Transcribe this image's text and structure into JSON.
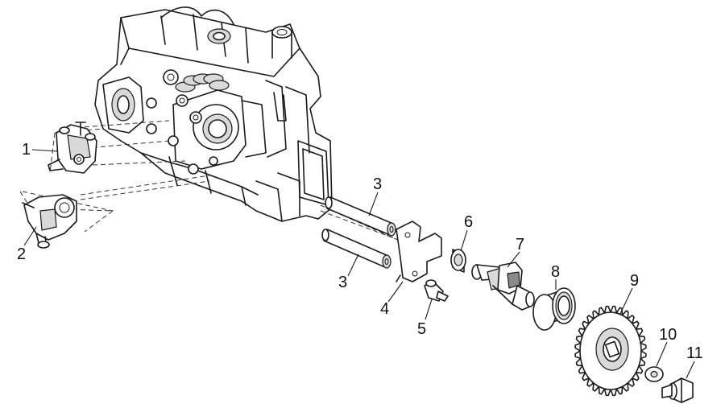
{
  "callouts": [
    {
      "id": "1",
      "label": "1"
    },
    {
      "id": "2",
      "label": "2"
    },
    {
      "id": "3a",
      "label": "3"
    },
    {
      "id": "3b",
      "label": "3"
    },
    {
      "id": "4",
      "label": "4"
    },
    {
      "id": "5",
      "label": "5"
    },
    {
      "id": "6",
      "label": "6"
    },
    {
      "id": "7",
      "label": "7"
    },
    {
      "id": "8",
      "label": "8"
    },
    {
      "id": "9",
      "label": "9"
    },
    {
      "id": "10",
      "label": "10"
    },
    {
      "id": "11",
      "label": "11"
    }
  ],
  "colors": {
    "line": "#1a1a1a",
    "background": "#ffffff",
    "shade": "#d9d9d9"
  }
}
